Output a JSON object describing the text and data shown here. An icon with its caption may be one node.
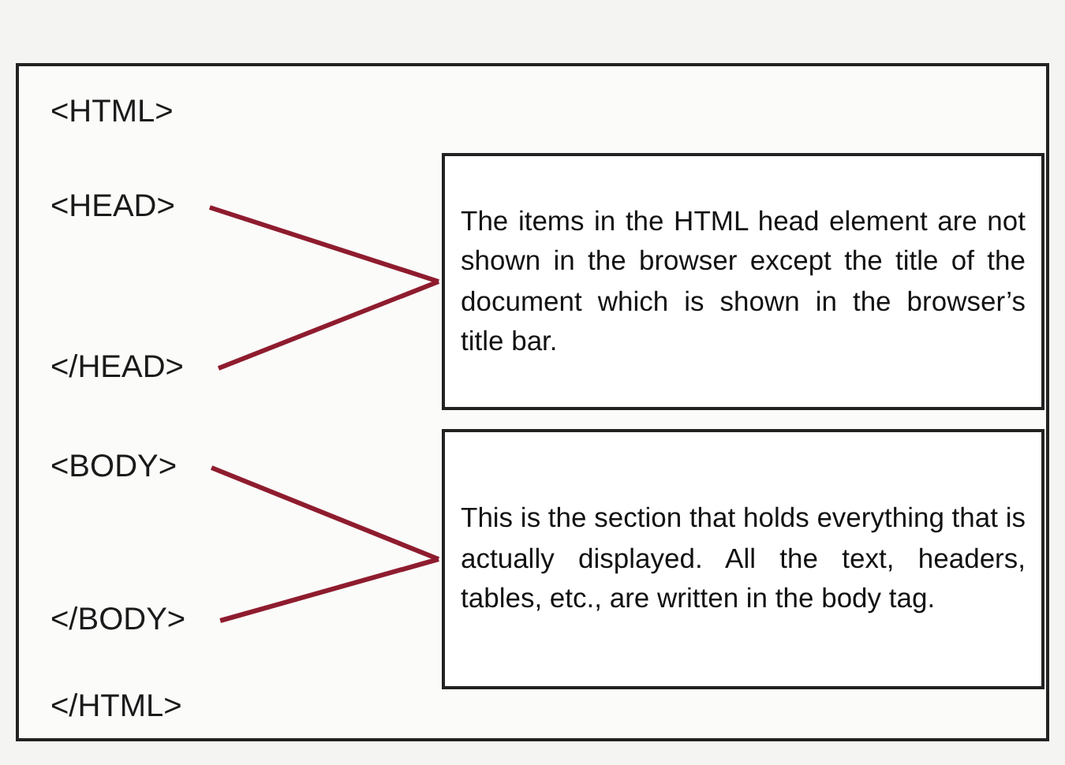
{
  "diagram": {
    "nodes": [
      {
        "text": [],
        "shape": "box"
      },
      {
        "text": [
          "<HTML>"
        ],
        "in": 0
      },
      {
        "text": [
          "<HEAD>"
        ],
        "in": 0
      },
      {
        "text": [
          "</HEAD>"
        ],
        "in": 0
      },
      {
        "text": [
          "The items in the HTML head element are not shown in the browser except the title of the document which is shown in the browser’s title bar."
        ],
        "in": 0
      },
      {
        "text": [
          "<BODY>"
        ],
        "in": 0
      },
      {
        "text": [
          "</BODY>"
        ],
        "in": 0
      },
      {
        "text": [
          "This is the section that holds everything that is actually displayed. All the text, headers, tables, etc., are written in the body tag."
        ],
        "in": 0
      },
      {
        "text": [
          "</HTML>"
        ],
        "in": 0
      }
    ],
    "edges": [
      {
        "from": 2,
        "to": 4,
        "arrow": "none"
      },
      {
        "from": 3,
        "to": 4,
        "arrow": "none"
      },
      {
        "from": 5,
        "to": 7,
        "arrow": "none"
      },
      {
        "from": 6,
        "to": 7,
        "arrow": "none"
      }
    ]
  }
}
